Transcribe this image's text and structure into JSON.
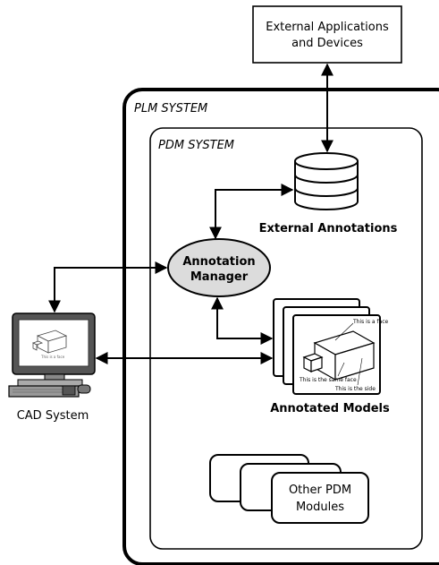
{
  "external_apps": {
    "line1": "External Applications",
    "line2": "and Devices"
  },
  "plm_system": {
    "title": "PLM SYSTEM"
  },
  "pdm_system": {
    "title": "PDM SYSTEM"
  },
  "external_annotations": {
    "label": "External Annotations"
  },
  "annotation_manager": {
    "line1": "Annotation",
    "line2": "Manager"
  },
  "annotated_models": {
    "label": "Annotated Models",
    "callouts": {
      "face": "This is a face",
      "same_face": "This is the same face",
      "side": "This is the side"
    }
  },
  "other_modules": {
    "line1": "Other PDM",
    "line2": "Modules"
  },
  "cad_system": {
    "label": "CAD System",
    "screen_text": "This is a face"
  },
  "colors": {
    "stroke": "#000000",
    "manager_fill": "#dcdcdc",
    "background": "#ffffff"
  }
}
